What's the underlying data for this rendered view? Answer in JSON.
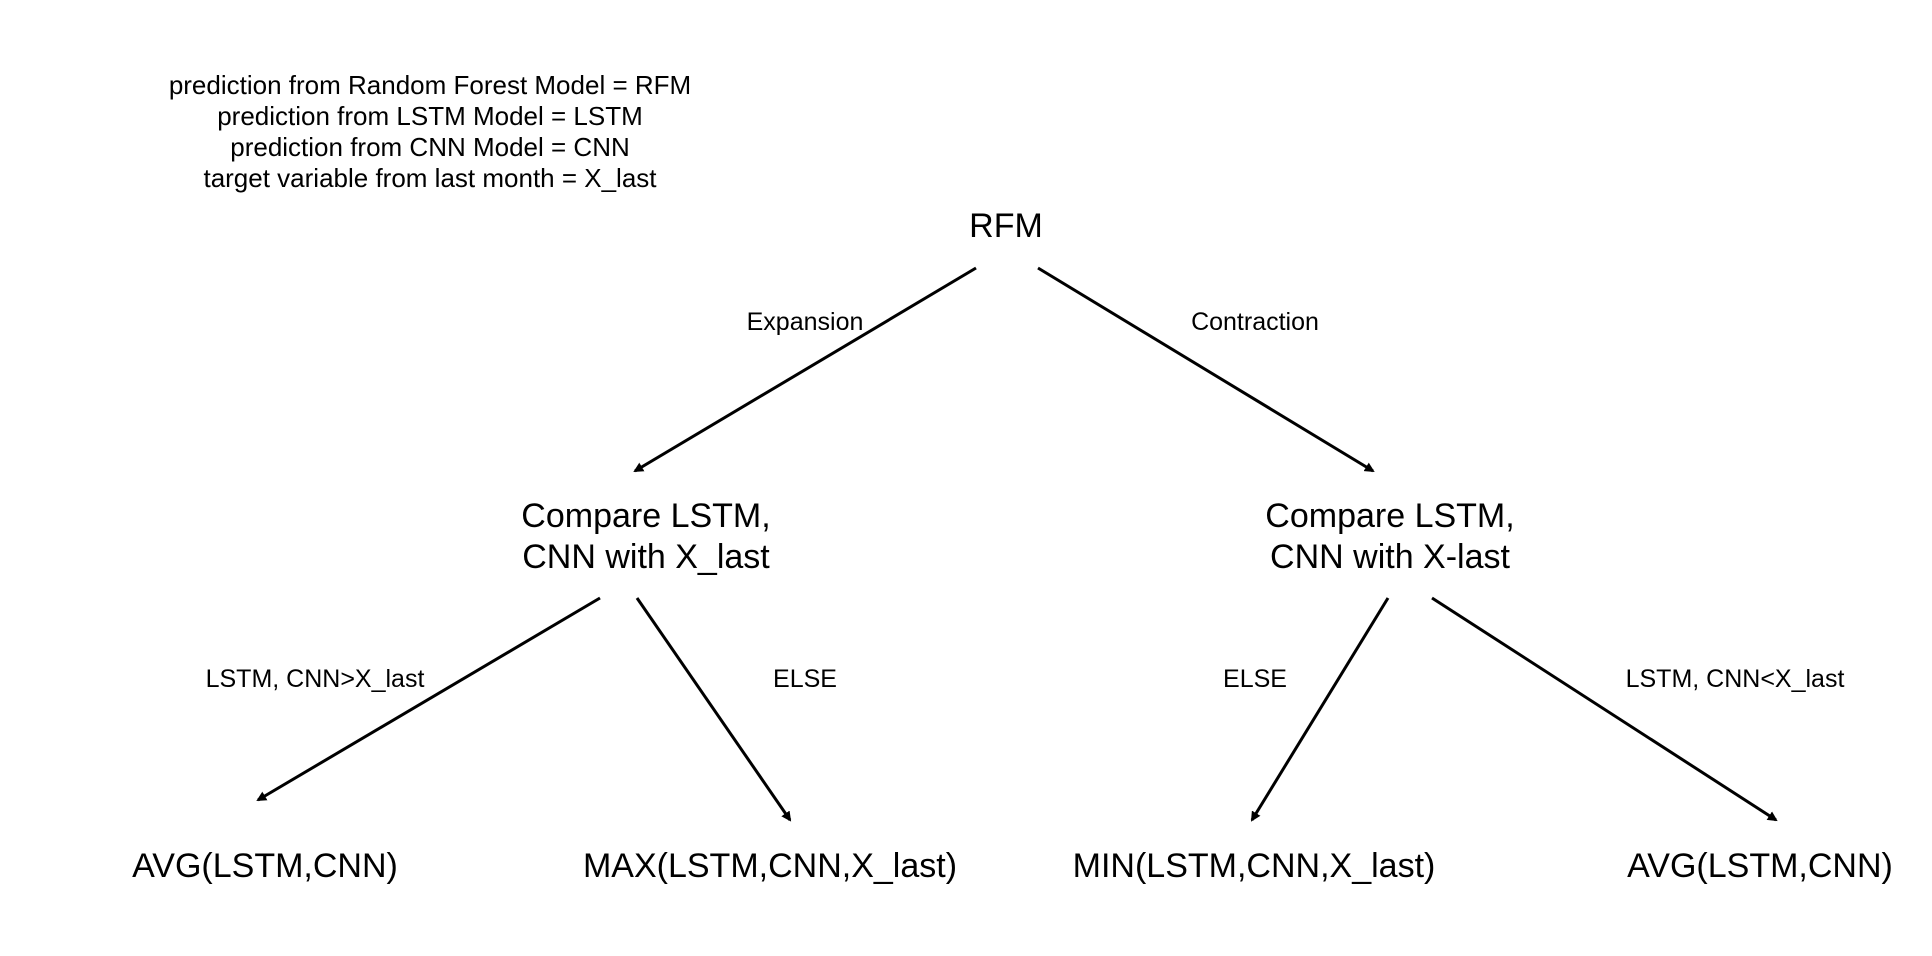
{
  "legend": [
    "prediction from Random Forest Model = RFM",
    "prediction from LSTM Model = LSTM",
    "prediction from CNN Model = CNN",
    "target variable from last month = X_last"
  ],
  "nodes": {
    "root": "RFM",
    "left_compare_line1": "Compare LSTM,",
    "left_compare_line2": "CNN with X_last",
    "right_compare_line1": "Compare LSTM,",
    "right_compare_line2": "CNN with X-last",
    "leaf_1": "AVG(LSTM,CNN)",
    "leaf_2": "MAX(LSTM,CNN,X_last)",
    "leaf_3": "MIN(LSTM,CNN,X_last)",
    "leaf_4": "AVG(LSTM,CNN)"
  },
  "edges": {
    "root_left": "Expansion",
    "root_right": "Contraction",
    "left_leaf1": "LSTM, CNN>X_last",
    "left_leaf2": "ELSE",
    "right_leaf3": "ELSE",
    "right_leaf4": "LSTM, CNN<X_last"
  },
  "colors": {
    "line": "#000000",
    "text": "#000000",
    "background": "#ffffff"
  }
}
